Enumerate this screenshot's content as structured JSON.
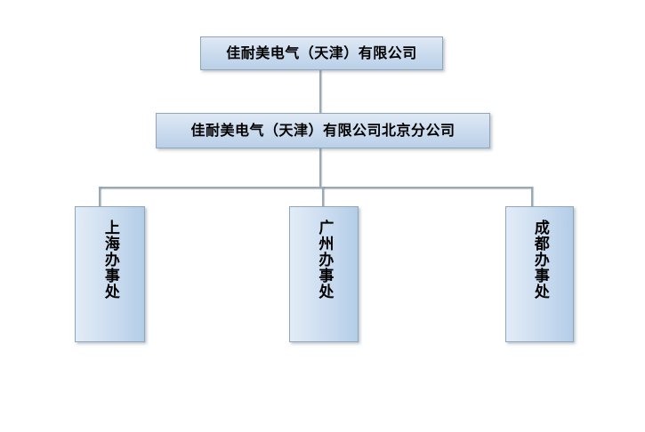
{
  "chart": {
    "type": "org-chart",
    "background_color": "#ffffff",
    "node_fill_light": "#e2ecf6",
    "node_fill_dark": "#b4cde8",
    "node_border_color": "#8fa6bd",
    "connector_color": "#9aa9b6",
    "nodes": [
      {
        "id": "headquarters",
        "label": "佳耐美电气（天津）有限公司",
        "level": 0,
        "orientation": "horizontal"
      },
      {
        "id": "beijing-branch",
        "label": "佳耐美电气（天津）有限公司北京分公司",
        "level": 1,
        "orientation": "horizontal"
      },
      {
        "id": "shanghai",
        "label": "上海办事处",
        "level": 2,
        "orientation": "vertical"
      },
      {
        "id": "guangzhou",
        "label": "广州办事处",
        "level": 2,
        "orientation": "vertical"
      },
      {
        "id": "chengdu",
        "label": "成都办事处",
        "level": 2,
        "orientation": "vertical"
      }
    ],
    "edges": [
      {
        "from": "headquarters",
        "to": "beijing-branch"
      },
      {
        "from": "beijing-branch",
        "to": "shanghai"
      },
      {
        "from": "beijing-branch",
        "to": "guangzhou"
      },
      {
        "from": "beijing-branch",
        "to": "chengdu"
      }
    ]
  }
}
